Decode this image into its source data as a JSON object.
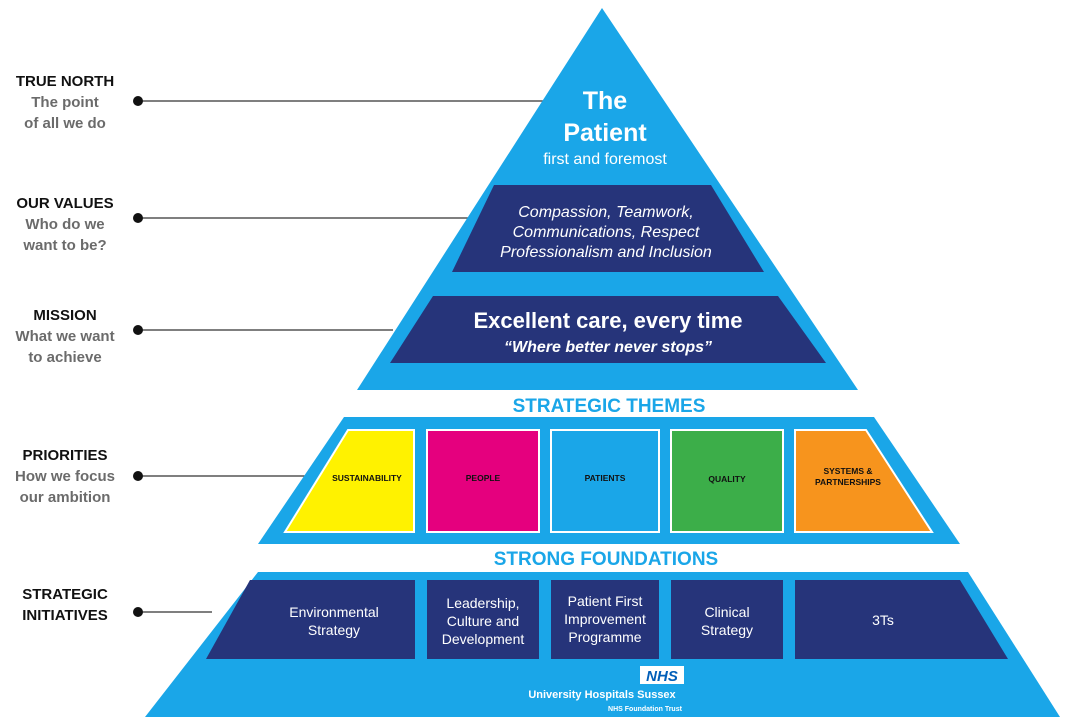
{
  "levels": [
    {
      "heading": "TRUE NORTH",
      "sub1": "The point",
      "sub2": "of all we do"
    },
    {
      "heading": "OUR VALUES",
      "sub1": "Who do we",
      "sub2": "want to be?"
    },
    {
      "heading": "MISSION",
      "sub1": "What we want",
      "sub2": "to achieve"
    },
    {
      "heading": "PRIORITIES",
      "sub1": "How we focus",
      "sub2": "our ambition"
    },
    {
      "heading": "STRATEGIC",
      "sub1": "INITIATIVES",
      "sub2": ""
    }
  ],
  "apex": {
    "line1": "The",
    "line2": "Patient",
    "line3": "first and foremost"
  },
  "values": {
    "line1": "Compassion, Teamwork,",
    "line2": "Communications, Respect",
    "line3": "Professionalism and Inclusion"
  },
  "mission": {
    "line1": "Excellent care, every time",
    "line2": "“Where better never stops”"
  },
  "themes_heading": "STRATEGIC THEMES",
  "themes": [
    {
      "label1": "SUSTAINABILITY",
      "label2": "",
      "color": "#fff200"
    },
    {
      "label1": "PEOPLE",
      "label2": "",
      "color": "#e5007e"
    },
    {
      "label1": "PATIENTS",
      "label2": "",
      "color": "#1aa6e8"
    },
    {
      "label1": "QUALITY",
      "label2": "",
      "color": "#3cae49"
    },
    {
      "label1": "SYSTEMS &",
      "label2": "PARTNERSHIPS",
      "color": "#f7941d"
    }
  ],
  "foundations_heading": "STRONG FOUNDATIONS",
  "initiatives": [
    {
      "lines": [
        "Environmental",
        "Strategy"
      ]
    },
    {
      "lines": [
        "Leadership,",
        "Culture and",
        "Development"
      ]
    },
    {
      "lines": [
        "Patient First",
        "Improvement",
        "Programme"
      ]
    },
    {
      "lines": [
        "Clinical",
        "Strategy"
      ]
    },
    {
      "lines": [
        "3Ts"
      ]
    }
  ],
  "footer": {
    "logo": "NHS",
    "org": "University Hospitals Sussex",
    "trust": "NHS Foundation Trust"
  },
  "colors": {
    "pyramid": "#1aa6e8",
    "band": "#26347a",
    "outline": "#ffffff"
  }
}
